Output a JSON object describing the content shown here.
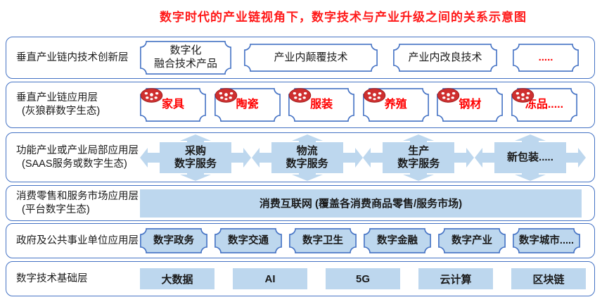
{
  "title": "数字时代的产业链视角下，数字技术与产业升级之间的关系示意图",
  "colors": {
    "border_blue": "#4472c4",
    "fill_blue": "#bdd7ee",
    "accent_red": "#ff0000",
    "icon_red": "#cf2f2f"
  },
  "icons": {
    "industry_marker": "red-wheel-icon"
  },
  "rows": {
    "r1": {
      "label": "垂直产业链内技术创新层",
      "boxes": [
        {
          "l1": "数字化",
          "l2": "融合技术产品"
        },
        {
          "l1": "产业内颠覆技术"
        },
        {
          "l1": "产业内改良技术"
        },
        {
          "l1": "....."
        }
      ]
    },
    "r2": {
      "label": "垂直产业链应用层",
      "sublabel": "(灰狼群数字生态)",
      "items": [
        "家具",
        "陶瓷",
        "服装",
        "养殖",
        "钢材",
        "冻品....."
      ]
    },
    "r3": {
      "label": "功能产业或产业局部应用层",
      "sublabel": "(SAAS服务或数字生态)",
      "items": [
        {
          "l1": "采购",
          "l2": "数字服务"
        },
        {
          "l1": "物流",
          "l2": "数字服务"
        },
        {
          "l1": "生产",
          "l2": "数字服务"
        },
        {
          "l1": "新包装....."
        }
      ]
    },
    "r4": {
      "label": "消费零售和服务市场应用层",
      "sublabel": "(平台数字生态)",
      "banner": "消费互联网 (覆盖各消费商品零售/服务市场)"
    },
    "r5": {
      "label": "政府及公共事业单位应用层",
      "items": [
        "数字政务",
        "数字交通",
        "数字卫生",
        "数字金融",
        "数字产业",
        "数字城市....."
      ]
    },
    "r6": {
      "label": "数字技术基础层",
      "items": [
        "大数据",
        "AI",
        "5G",
        "云计算",
        "区块链"
      ]
    }
  }
}
